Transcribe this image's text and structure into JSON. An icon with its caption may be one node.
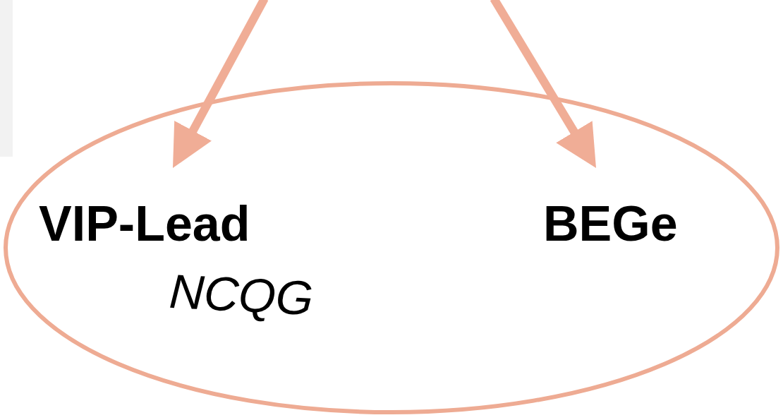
{
  "diagram": {
    "nodes": [
      {
        "text": [],
        "shape": "ellipse"
      },
      {
        "text": [
          "VIP-Lead"
        ],
        "in": 0,
        "beside": [
          "NCQG"
        ]
      },
      {
        "text": [
          "BEGe"
        ],
        "in": 0
      }
    ],
    "edges": [
      {
        "from": null,
        "to": 1,
        "arrow": "to",
        "color": "#f0ad96"
      },
      {
        "from": null,
        "to": 2,
        "arrow": "to",
        "color": "#f0ad96"
      }
    ]
  }
}
